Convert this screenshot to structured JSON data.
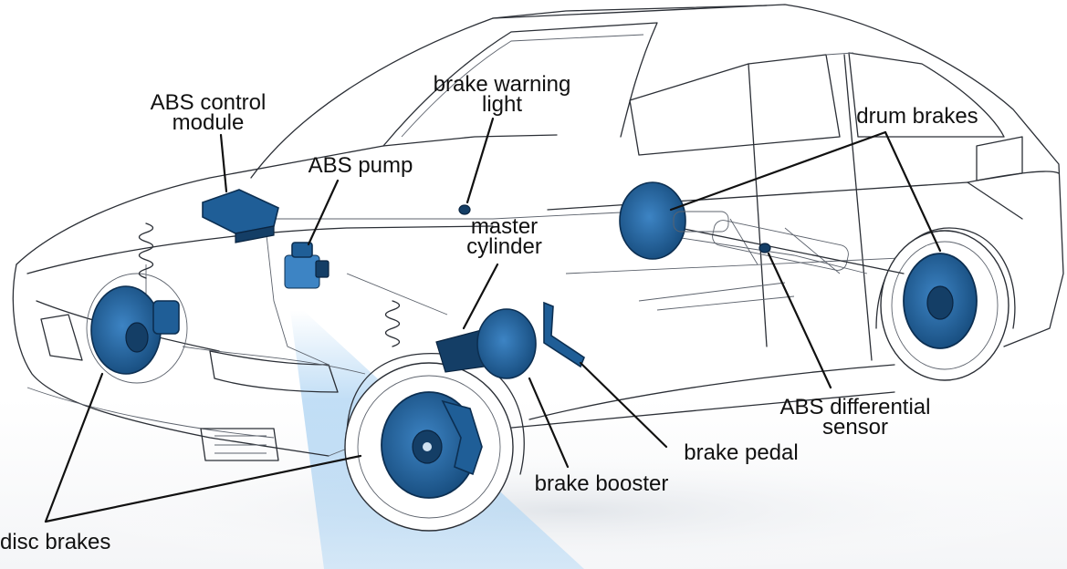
{
  "labels": {
    "abs_control_module": [
      "ABS control",
      "module"
    ],
    "brake_warning_light": [
      "brake warning",
      "light"
    ],
    "abs_pump": "ABS pump",
    "master_cylinder": [
      "master",
      "cylinder"
    ],
    "drum_brakes": "drum brakes",
    "abs_differential_sensor": [
      "ABS differential",
      "sensor"
    ],
    "brake_pedal": "brake pedal",
    "brake_booster": "brake booster",
    "disc_brakes": "disc brakes"
  },
  "colors": {
    "component_blue": "#1f5e97",
    "component_dark": "#143e66",
    "glow_blue": "#8fc3ee",
    "outline": "#2b2f36",
    "background": "#ffffff"
  }
}
